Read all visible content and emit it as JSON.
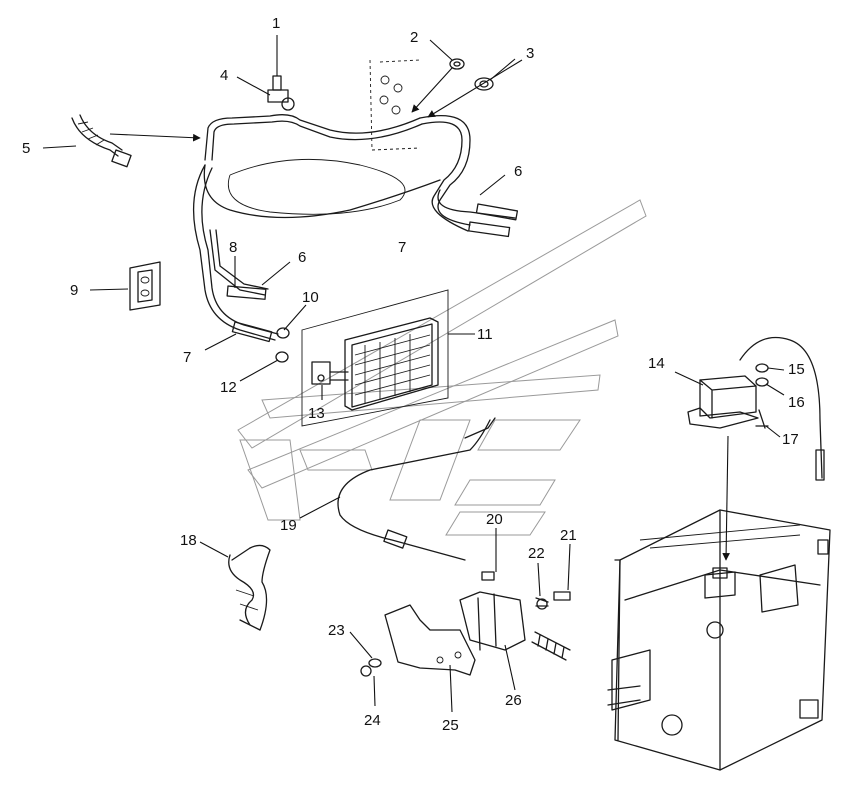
{
  "diagram": {
    "callouts": [
      {
        "id": "c1",
        "label": "1"
      },
      {
        "id": "c2",
        "label": "2"
      },
      {
        "id": "c3",
        "label": "3"
      },
      {
        "id": "c4",
        "label": "4"
      },
      {
        "id": "c5",
        "label": "5"
      },
      {
        "id": "c6a",
        "label": "6"
      },
      {
        "id": "c6b",
        "label": "6"
      },
      {
        "id": "c7a",
        "label": "7"
      },
      {
        "id": "c7b",
        "label": "7"
      },
      {
        "id": "c8",
        "label": "8"
      },
      {
        "id": "c9",
        "label": "9"
      },
      {
        "id": "c10",
        "label": "10"
      },
      {
        "id": "c11",
        "label": "11"
      },
      {
        "id": "c12",
        "label": "12"
      },
      {
        "id": "c13",
        "label": "13"
      },
      {
        "id": "c14",
        "label": "14"
      },
      {
        "id": "c15",
        "label": "15"
      },
      {
        "id": "c16",
        "label": "16"
      },
      {
        "id": "c17",
        "label": "17"
      },
      {
        "id": "c18",
        "label": "18"
      },
      {
        "id": "c19",
        "label": "19"
      },
      {
        "id": "c20",
        "label": "20"
      },
      {
        "id": "c21",
        "label": "21"
      },
      {
        "id": "c22",
        "label": "22"
      },
      {
        "id": "c23",
        "label": "23"
      },
      {
        "id": "c24",
        "label": "24"
      },
      {
        "id": "c25",
        "label": "25"
      },
      {
        "id": "c26",
        "label": "26"
      }
    ]
  }
}
